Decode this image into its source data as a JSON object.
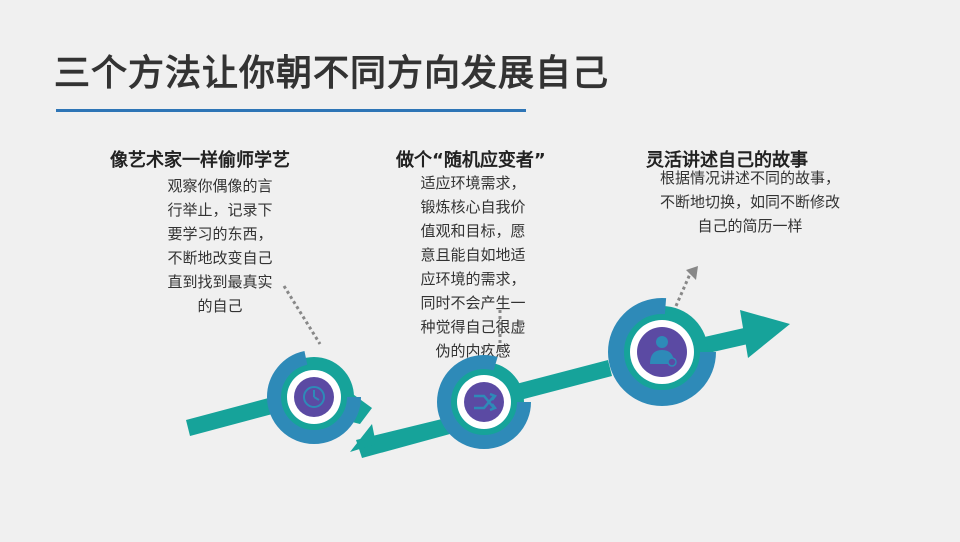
{
  "slide": {
    "title": "三个方法让你朝不同方向发展自己"
  },
  "steps": [
    {
      "heading": "像艺术家一样偷师学艺",
      "lines": [
        "观察你偶像的言",
        "行举止，记录下",
        "要学习的东西，",
        "不断地改变自己",
        "直到找到最真实",
        "的自己"
      ],
      "icon": "clock-icon"
    },
    {
      "heading": "做个“随机应变者”",
      "lines": [
        "适应环境需求，",
        "锻炼核心自我价",
        "值观和目标，愿",
        "意且能自如地适",
        "应环境的需求，",
        "同时不会产生一",
        "种觉得自己很虚",
        "伪的内疚感"
      ],
      "icon": "shuffle-icon"
    },
    {
      "heading": "灵活讲述自己的故事",
      "lines": [
        "根据情况讲述不同的故事，",
        "不断地切换，如同不断修改",
        "自己的简历一样"
      ],
      "icon": "person-icon"
    }
  ],
  "colors": {
    "title": "#333333",
    "rule": "#2e75b6",
    "teal": "#16a39a",
    "ring_outer": "#2e8ab8",
    "ring_inner": "#5b4aa3",
    "connector": "#888888"
  }
}
